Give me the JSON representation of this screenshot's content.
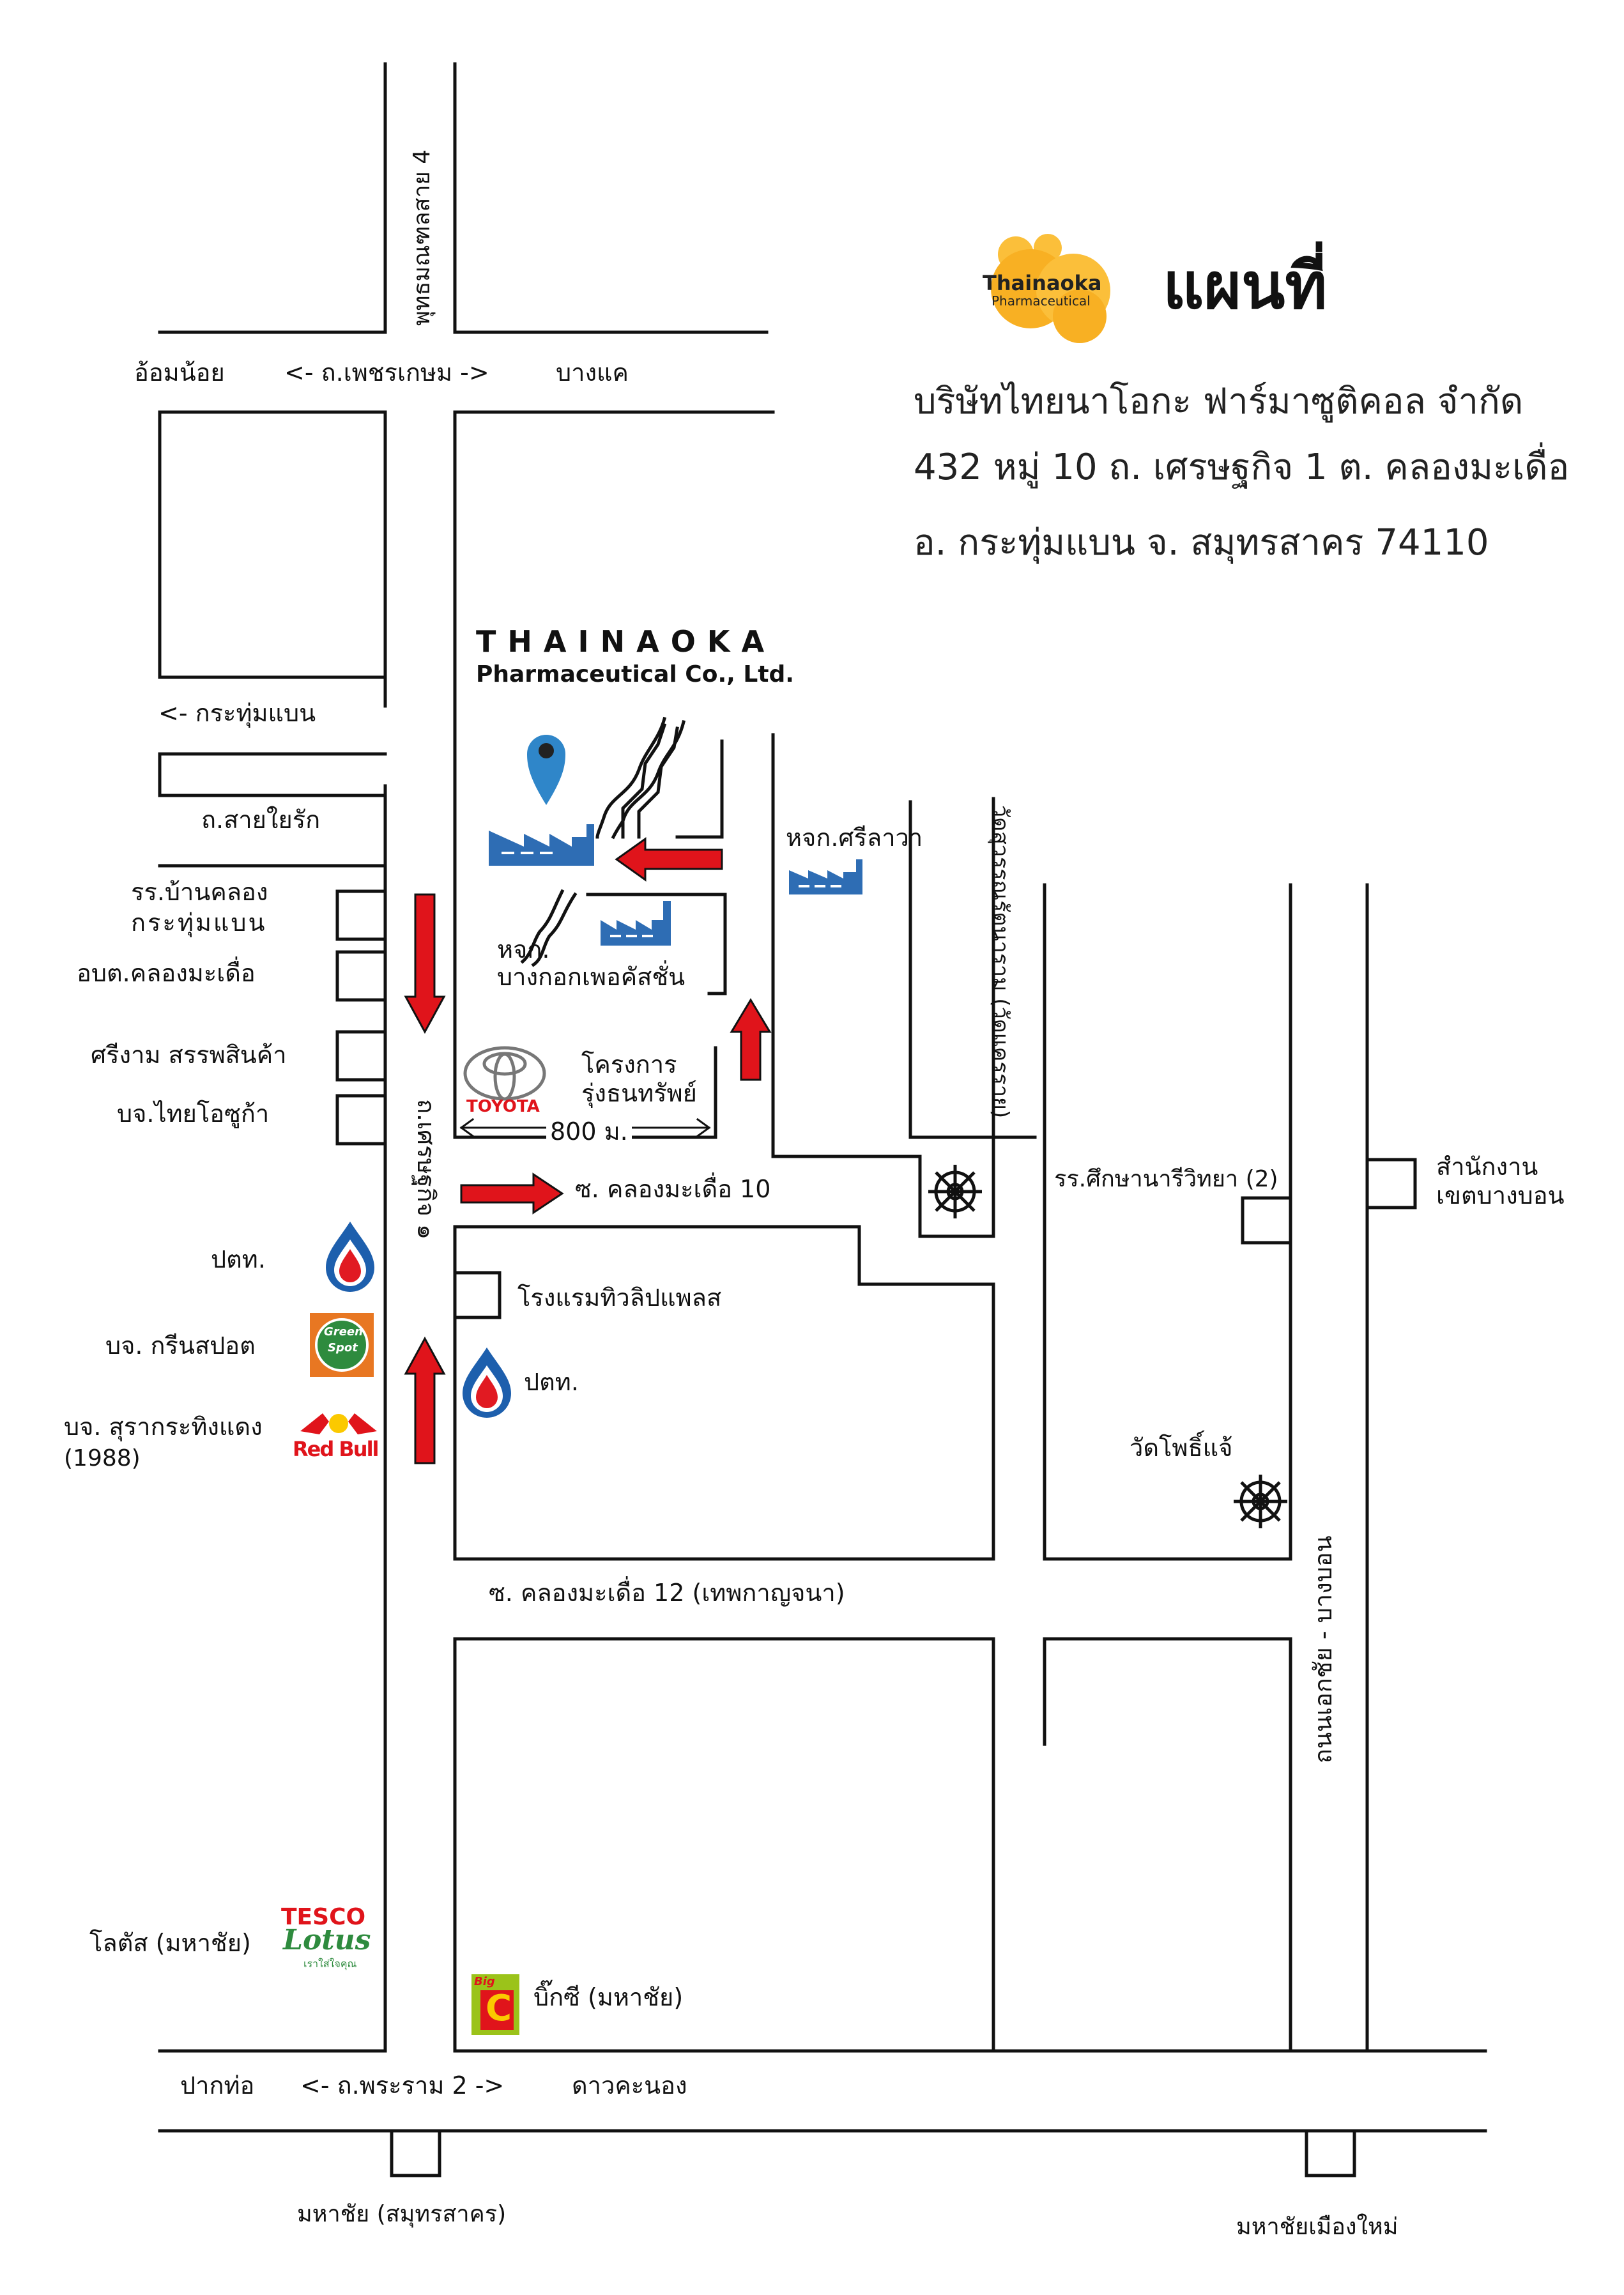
{
  "map_title": "แผนที่",
  "company_logo": {
    "name": "Thainaoka",
    "sub": "Pharmaceutical",
    "colors": [
      "#F8B023",
      "#FBBF3A"
    ]
  },
  "address": {
    "line1": "บริษัทไทยนาโอกะ ฟาร์มาซูติคอล จำกัด",
    "line2": "432 หมู่ 10 ถ. เศรษฐกิจ 1 ต. คลองมะเดื่อ",
    "line3": "อ.  กระทุ่มแบน  จ.  สมุทรสาคร  74110"
  },
  "company_label": {
    "line1": "THAINAOKA",
    "line2": "Pharmaceutical Co., Ltd."
  },
  "roads": {
    "phutthamonthon": "พุทธมณฑลสาย 4",
    "phetkasem": "<- ถ.เพชรเกษม ->",
    "om_noi": "อ้อมน้อย",
    "bang_khae": "บางแค",
    "krathum_baen": "<- กระทุ่มแบน",
    "sai_yai_rak": "ถ.สายใยรัก",
    "setthakit": "ถ.เศรษฐกิจ ๑",
    "soi10": "ซ. คลองมะเดื่อ 10",
    "soi12": "ซ. คลองมะเดื่อ 12 (เทพกาญจนา)",
    "ekachai": "ถนนเอกชัย - บางบอน",
    "rama2": "<- ถ.พระราม 2 ->",
    "pak_tho": "ปากท่อ",
    "dao_khanong": "ดาวคะนอง",
    "mahachai": "มหาชัย (สมุทรสาคร)",
    "mahachai_new": "มหาชัยเมืองใหม่",
    "wat_road": "วัดสุวรรณรัตนาราม (วัดแครราย)"
  },
  "places": {
    "school_baan": "รร.บ้านคลอง",
    "school_baan2": "กระทุ่มแบน",
    "obt": "อบต.คลองมะเดื่อ",
    "sriram": "ศรีงาม สรรพสินค้า",
    "thai_osuka": "บจ.ไทยโอซูก้า",
    "ptt_left": "ปตท.",
    "green_spot": "บจ. กรีนสปอต",
    "redbull1": "บจ. สุรากระทิงแดง",
    "redbull2": "(1988)",
    "lotus": "โลตัส (มหาชัย)",
    "bigc": "บิ๊กซี (มหาชัย)",
    "hotel": "โรงแรมทิวลิปแพลส",
    "ptt_center": "ปตท.",
    "sri_lawa": "หจก.ศรีลาวา",
    "bangkok_pc1": "หจก.",
    "bangkok_pc2": "บางกอกเพอคัสชั่น",
    "project1": "โครงการ",
    "project2": "รุ่งธนทรัพย์",
    "distance": "800 ม.",
    "sueksa": "รร.ศึกษานารีวิทยา (2)",
    "wat_pho": "วัดโพธิ์แจ้",
    "office1": "สำนักงาน",
    "office2": "เขตบางบอน"
  },
  "logos": {
    "toyota": "TOYOTA",
    "green_spot": [
      "Green",
      "Spot"
    ],
    "redbull": "Red Bull",
    "tesco": "TESCO",
    "lotus": "Lotus",
    "lotus_tag": "เราใส่ใจคุณ",
    "bigc": [
      "Big",
      "C"
    ]
  },
  "colors": {
    "arrow": "#E0141B",
    "factory": "#2E6DB4",
    "pin": "#2F86C9",
    "ptt_red": "#E11A22",
    "ptt_blue": "#1D5FAD",
    "orange": "#F8B023"
  }
}
